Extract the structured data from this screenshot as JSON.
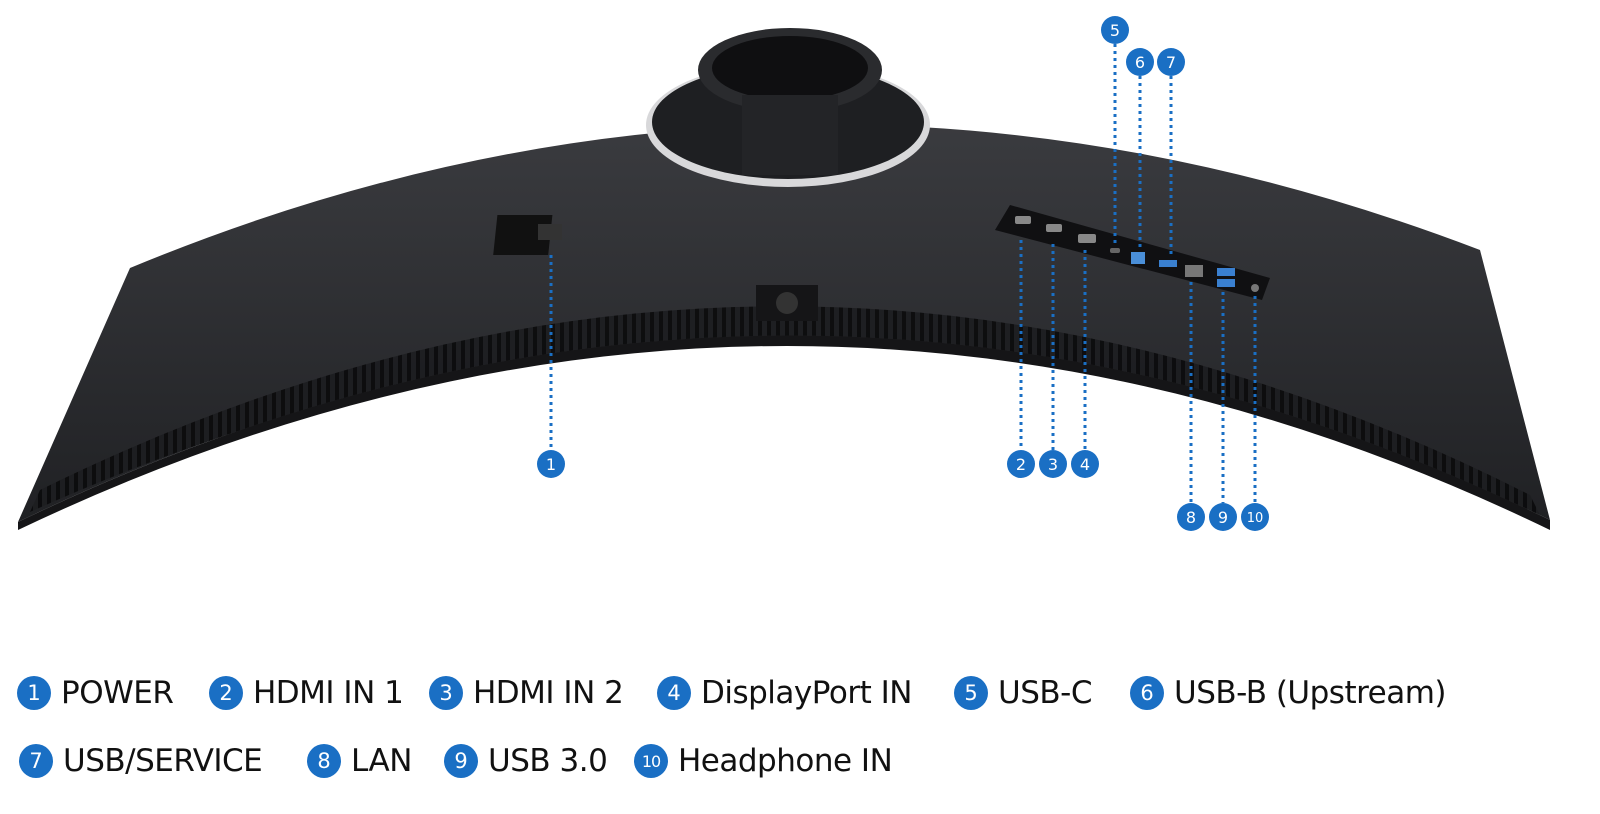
{
  "ports": [
    {
      "num": "1",
      "label": "POWER"
    },
    {
      "num": "2",
      "label": "HDMI IN 1"
    },
    {
      "num": "3",
      "label": "HDMI IN 2"
    },
    {
      "num": "4",
      "label": "DisplayPort IN"
    },
    {
      "num": "5",
      "label": "USB-C"
    },
    {
      "num": "6",
      "label": "USB-B (Upstream)"
    },
    {
      "num": "7",
      "label": "USB/SERVICE"
    },
    {
      "num": "8",
      "label": "LAN"
    },
    {
      "num": "9",
      "label": "USB 3.0"
    },
    {
      "num": "10",
      "label": "Headphone IN"
    }
  ],
  "colors": {
    "accent": "#1a6fc4",
    "body": "#2b2c2f"
  }
}
